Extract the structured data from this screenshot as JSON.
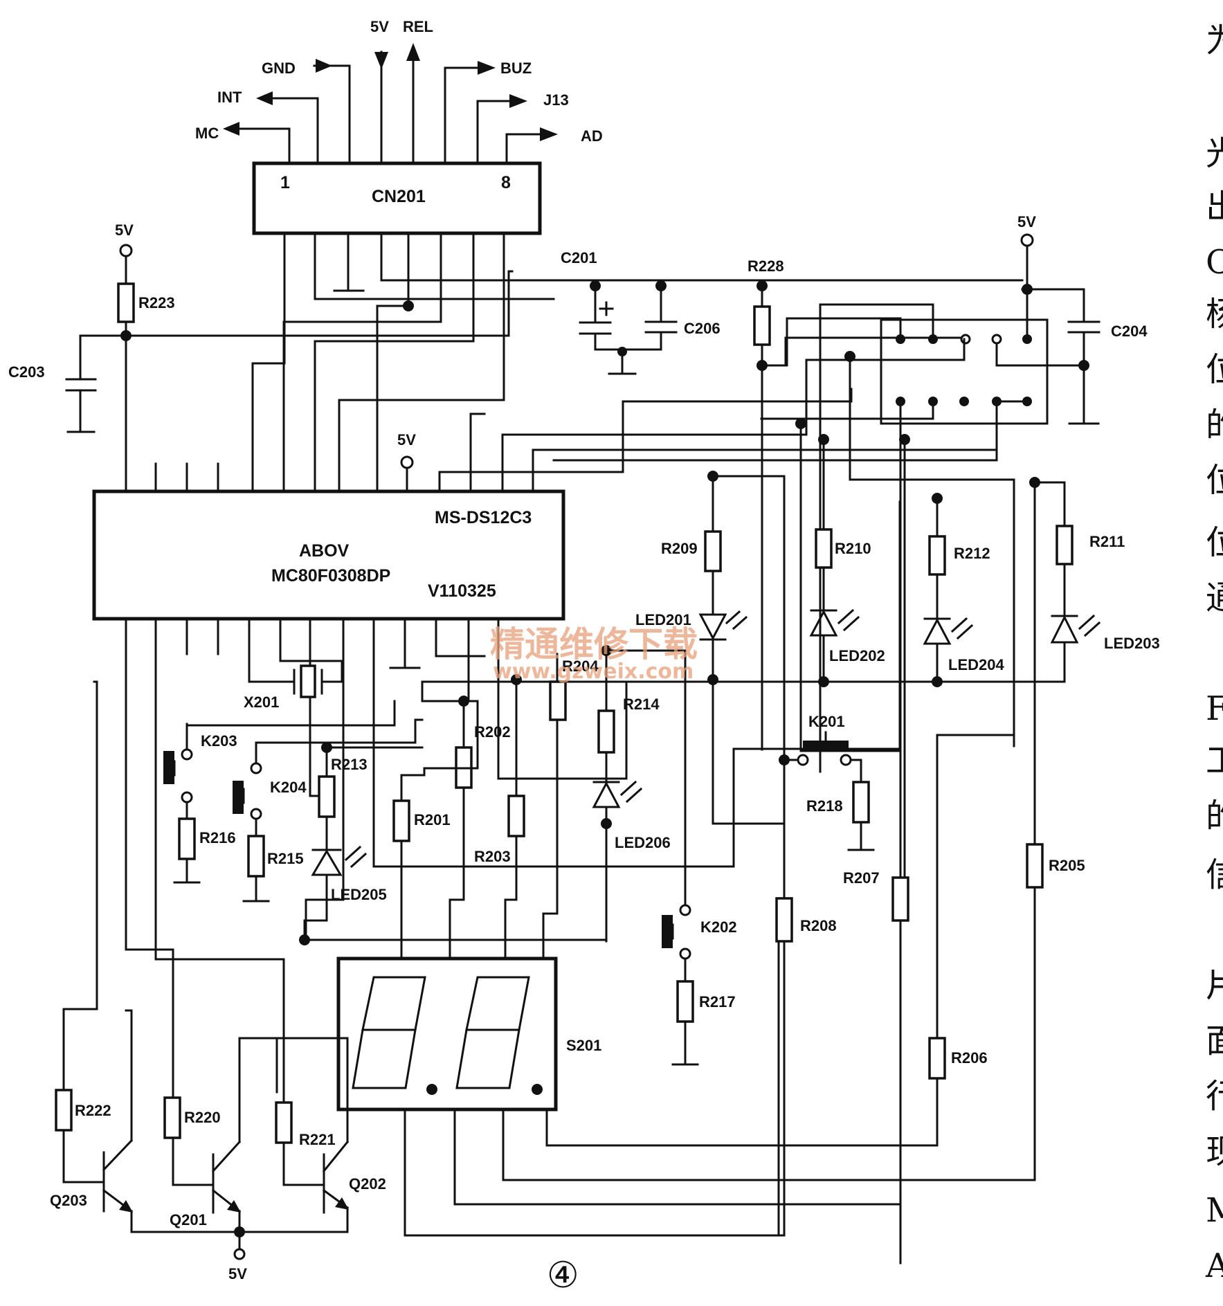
{
  "connector": {
    "name": "CN201",
    "pin_first": "1",
    "pin_last": "8",
    "signals": {
      "gnd": "GND",
      "v5": "5V",
      "rel": "REL",
      "buz": "BUZ",
      "int": "INT",
      "j13": "J13",
      "mc": "MC",
      "ad": "AD"
    }
  },
  "mcu": {
    "brand": "ABOV",
    "part": "MC80F0308DP",
    "code": "V110325",
    "tag": "MS-DS12C3"
  },
  "supply_label": "5V",
  "resistors": {
    "r201": "R201",
    "r202": "R202",
    "r203": "R203",
    "r204": "R204",
    "r205": "R205",
    "r206": "R206",
    "r207": "R207",
    "r208": "R208",
    "r209": "R209",
    "r210": "R210",
    "r211": "R211",
    "r212": "R212",
    "r213": "R213",
    "r214": "R214",
    "r215": "R215",
    "r216": "R216",
    "r217": "R217",
    "r218": "R218",
    "r220": "R220",
    "r221": "R221",
    "r222": "R222",
    "r223": "R223",
    "r228": "R228"
  },
  "capacitors": {
    "c201": "C201",
    "c203": "C203",
    "c204": "C204",
    "c206": "C206"
  },
  "leds": {
    "led201": "LED201",
    "led202": "LED202",
    "led203": "LED203",
    "led204": "LED204",
    "led205": "LED205",
    "led206": "LED206"
  },
  "keys": {
    "k201": "K201",
    "k202": "K202",
    "k203": "K203",
    "k204": "K204"
  },
  "crystal": "X201",
  "transistors": {
    "q201": "Q201",
    "q202": "Q202",
    "q203": "Q203"
  },
  "display": "S201",
  "figure_number": "④",
  "watermark": {
    "cn": "精通维修下载",
    "url": "www.gzweix.com"
  },
  "side_text": [
    "光",
    "为",
    "出",
    "C",
    "杨",
    "位",
    "的",
    "低",
    "位",
    "通",
    "F",
    "工",
    "的",
    "信",
    "片",
    "面",
    "行",
    "现",
    "M",
    "A"
  ]
}
